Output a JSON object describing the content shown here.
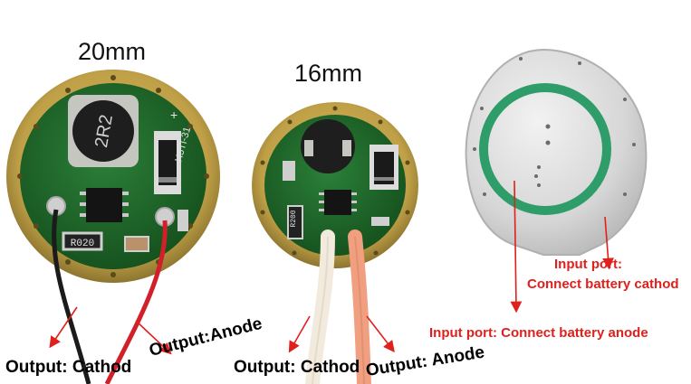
{
  "labels": {
    "size_20": "20mm",
    "size_16": "16mm",
    "out_cathode_1": "Output: Cathod",
    "out_anode_1": "Output:Anode",
    "out_cathode_2": "Output: Cathod",
    "out_anode_2": "Output: Anode",
    "input_port": "Input port:",
    "connect_cathode": "Connect battery cathod",
    "input_anode": "Input port: Connect battery anode"
  },
  "components": {
    "inductor_20_marking": "2R2",
    "resistor_20_marking": "R020",
    "resistor_16_marking": "R200",
    "board_marking": "H5TI-31"
  },
  "colors": {
    "annotation_red": "#e0201c",
    "pcb_green": "#1f6a2c",
    "gold_ring": "#bfa047",
    "aluminum": "#dcdcdc",
    "green_ring": "#2e9d6a",
    "wire_red": "#d2202a",
    "wire_black": "#1b1b1b"
  }
}
